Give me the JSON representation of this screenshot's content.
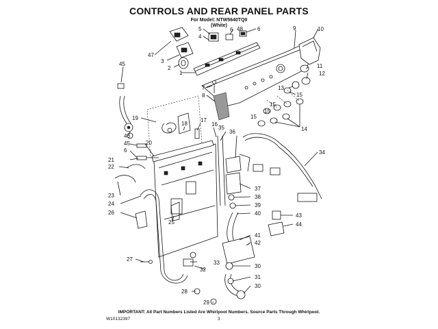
{
  "header": {
    "title": "CONTROLS AND REAR PANEL PARTS",
    "model": "For Model: NTW5640TQ0",
    "color": "(White)"
  },
  "footer": {
    "important": "IMPORTANT: All Part Numbers Listed Are Whirlpool Numbers. Source Parts Through Whirlpool.",
    "doc_number": "W10132397",
    "page_number": "3"
  },
  "callouts": [
    "1",
    "2",
    "3",
    "4",
    "5",
    "6",
    "6",
    "6",
    "7",
    "8",
    "9",
    "10",
    "11",
    "12",
    "13",
    "14",
    "15",
    "15",
    "15",
    "15",
    "16",
    "17",
    "18",
    "19",
    "20",
    "21",
    "22",
    "23",
    "24",
    "25",
    "26",
    "27",
    "28",
    "29",
    "30",
    "30",
    "31",
    "32",
    "33",
    "34",
    "35",
    "36",
    "37",
    "38",
    "39",
    "40",
    "41",
    "42",
    "43",
    "44",
    "45",
    "45",
    "46",
    "47",
    "48"
  ]
}
